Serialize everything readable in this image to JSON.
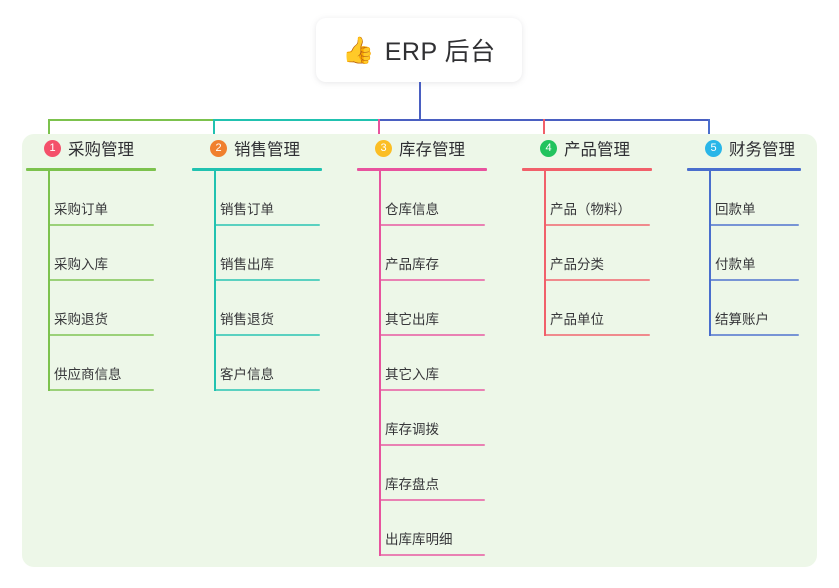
{
  "root": {
    "icon": "thumbs-up-icon",
    "icon_glyph": "👍",
    "title": "ERP 后台"
  },
  "theme": {
    "panel_bg": "#edf7e8",
    "card_bg": "#ffffff",
    "text": "#2f2f33",
    "trunk_line": "#4a5fc1"
  },
  "columns": [
    {
      "number": "1",
      "title": "采购管理",
      "badge_color": "#f4506a",
      "line_color": "#7cc24d",
      "items": [
        "采购订单",
        "采购入库",
        "采购退货",
        "供应商信息"
      ]
    },
    {
      "number": "2",
      "title": "销售管理",
      "badge_color": "#f0802e",
      "line_color": "#21c2b0",
      "items": [
        "销售订单",
        "销售出库",
        "销售退货",
        "客户信息"
      ]
    },
    {
      "number": "3",
      "title": "库存管理",
      "badge_color": "#fbbe24",
      "line_color": "#e8539e",
      "items": [
        "仓库信息",
        "产品库存",
        "其它出库",
        "其它入库",
        "库存调拨",
        "库存盘点",
        "出库库明细"
      ]
    },
    {
      "number": "4",
      "title": "产品管理",
      "badge_color": "#22c35e",
      "line_color": "#f1606a",
      "items": [
        "产品（物料）",
        "产品分类",
        "产品单位"
      ]
    },
    {
      "number": "5",
      "title": "财务管理",
      "badge_color": "#29b6e8",
      "line_color": "#4a6ecd",
      "items": [
        "回款单",
        "付款单",
        "结算账户"
      ]
    }
  ]
}
